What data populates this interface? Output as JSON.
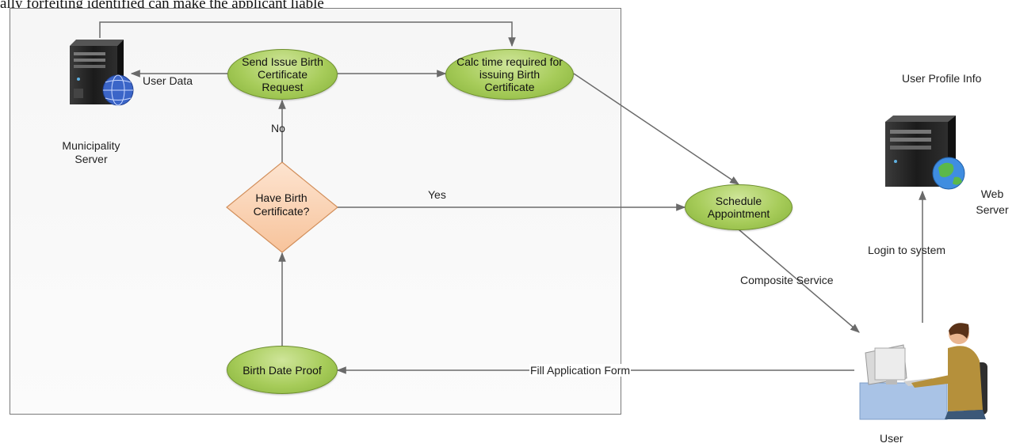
{
  "top_text": "ally forfeiting identified can make the applicant liable",
  "nodes": {
    "send_issue": "Send Issue Birth Certificate Request",
    "calc_time": "Calc time required for issuing Birth Certificate",
    "have_birth": "Have Birth Certificate?",
    "schedule": "Schedule Appointment",
    "birth_date_proof": "Birth Date Proof"
  },
  "labels": {
    "user_data": "User Data",
    "municipality_server": "Municipality Server",
    "no": "No",
    "yes": "Yes",
    "user_profile_info": "User Profile Info",
    "web_server": "Web Server",
    "login": "Login  to system",
    "composite_service": "Composite Service",
    "fill_application_form": "Fill Application Form",
    "user": "User"
  },
  "icons": [
    "municipality-server-icon",
    "globe-icon",
    "web-server-icon",
    "user-at-computer-icon"
  ],
  "colors": {
    "process_node": "#a7cc5a",
    "decision_node": "#fbd3b4",
    "connector": "#6a6a6a"
  }
}
